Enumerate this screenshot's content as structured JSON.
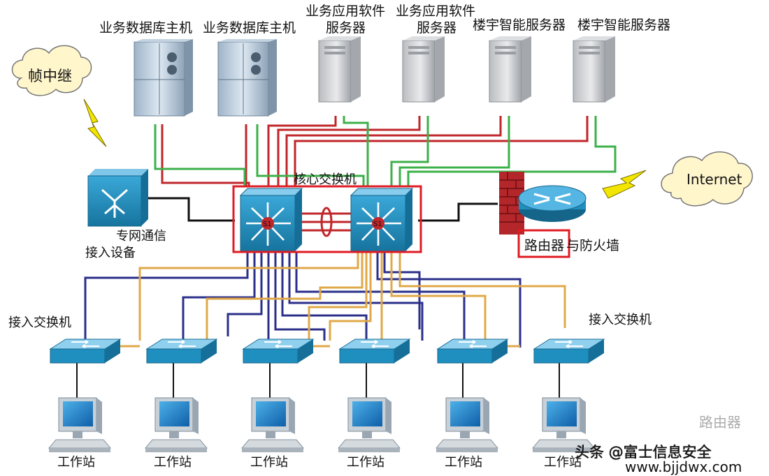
{
  "labels": {
    "db_host_1": "业务数据库主机",
    "db_host_2": "业务数据库主机",
    "app_server_1": [
      "业务应用软件",
      "服务器"
    ],
    "app_server_2": [
      "业务应用软件",
      "服务器"
    ],
    "building_server_1": "楼宇智能服务器",
    "building_server_2": "楼宇智能服务器",
    "frame_relay": "帧中继",
    "dedicated_access": [
      "专网通信",
      "接入设备"
    ],
    "core_switch": "核心交换机",
    "internet": "Internet",
    "router_firewall_a": "路由器",
    "router_firewall_b": "与防火墙",
    "access_switch_left": "接入交换机",
    "access_switch_right": "接入交换机",
    "workstation": "工作站",
    "core_badge": "S1"
  },
  "workstations": [
    "工作站",
    "工作站",
    "工作站",
    "工作站",
    "工作站",
    "工作站"
  ],
  "watermark": {
    "source": "头条 @富士信息安全",
    "site": "www.bjjdwx.com",
    "logo": "路由器"
  },
  "colors": {
    "red_link": "#c0262a",
    "green_link": "#3cb04a",
    "navy_link": "#2b2f8a",
    "orange_link": "#e0a848",
    "black_link": "#111111",
    "highlight": "#e01b23",
    "device_blue": "#1f8fc0",
    "watermark": "#1bb24a"
  },
  "icons": [
    "cabinet-server-icon",
    "tower-server-icon",
    "cloud-icon",
    "lightning-icon",
    "multilayer-switch-icon",
    "router-icon",
    "firewall-icon",
    "workgroup-switch-icon",
    "workstation-icon"
  ]
}
